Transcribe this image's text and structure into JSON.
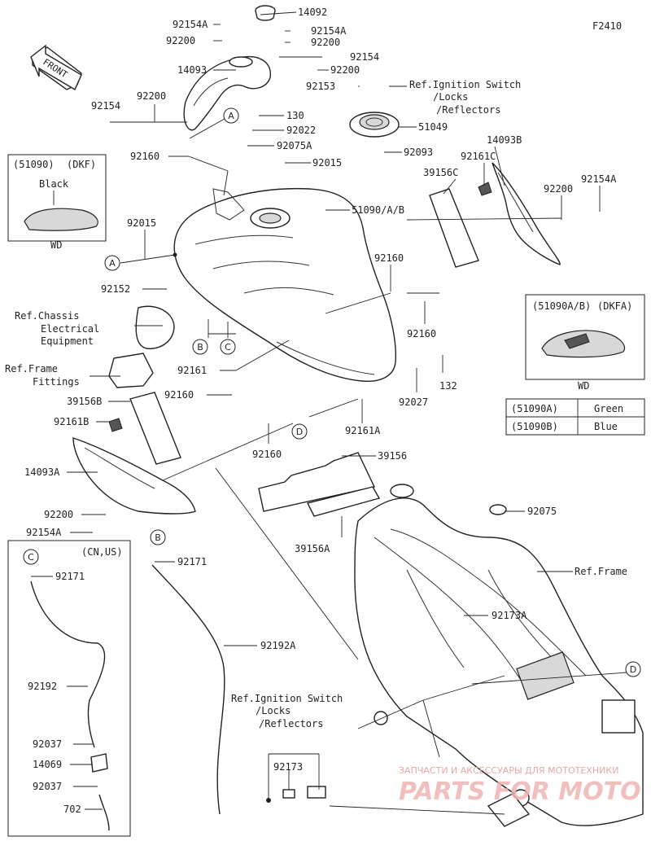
{
  "figure_code": "F2410",
  "front_label": "FRONT",
  "parts": [
    {
      "id": "p14092",
      "text": "14092"
    },
    {
      "id": "p92154A_1",
      "text": "92154A"
    },
    {
      "id": "p92200_1",
      "text": "92200"
    },
    {
      "id": "p92154A_2",
      "text": "92154A"
    },
    {
      "id": "p92200_2",
      "text": "92200"
    },
    {
      "id": "p92154_1",
      "text": "92154"
    },
    {
      "id": "p14093",
      "text": "14093"
    },
    {
      "id": "p92200_3",
      "text": "92200"
    },
    {
      "id": "p92153",
      "text": "92153"
    },
    {
      "id": "p92154_2",
      "text": "92154"
    },
    {
      "id": "p92200_4",
      "text": "92200"
    },
    {
      "id": "p130",
      "text": "130"
    },
    {
      "id": "p92022",
      "text": "92022"
    },
    {
      "id": "p51049",
      "text": "51049"
    },
    {
      "id": "p92075A",
      "text": "92075A"
    },
    {
      "id": "p92093",
      "text": "92093"
    },
    {
      "id": "p92160_1",
      "text": "92160"
    },
    {
      "id": "p92015_1",
      "text": "92015"
    },
    {
      "id": "p14093B",
      "text": "14093B"
    },
    {
      "id": "p92161C",
      "text": "92161C"
    },
    {
      "id": "p39156C",
      "text": "39156C"
    },
    {
      "id": "p92200_5",
      "text": "92200"
    },
    {
      "id": "p92154A_3",
      "text": "92154A"
    },
    {
      "id": "p51090AB",
      "text": "51090/A/B"
    },
    {
      "id": "p92015_2",
      "text": "92015"
    },
    {
      "id": "p92160_2",
      "text": "92160"
    },
    {
      "id": "p92152",
      "text": "92152"
    },
    {
      "id": "p92160_3",
      "text": "92160"
    },
    {
      "id": "p92161",
      "text": "92161"
    },
    {
      "id": "p132",
      "text": "132"
    },
    {
      "id": "p92160_4",
      "text": "92160"
    },
    {
      "id": "p92027",
      "text": "92027"
    },
    {
      "id": "p39156B",
      "text": "39156B"
    },
    {
      "id": "p92161B",
      "text": "92161B"
    },
    {
      "id": "p92161A",
      "text": "92161A"
    },
    {
      "id": "p92160_5",
      "text": "92160"
    },
    {
      "id": "p39156",
      "text": "39156"
    },
    {
      "id": "p14093A",
      "text": "14093A"
    },
    {
      "id": "p92200_6",
      "text": "92200"
    },
    {
      "id": "p92154A_4",
      "text": "92154A"
    },
    {
      "id": "p39156A",
      "text": "39156A"
    },
    {
      "id": "p92075",
      "text": "92075"
    },
    {
      "id": "p92171_1",
      "text": "92171"
    },
    {
      "id": "p92171_2",
      "text": "92171"
    },
    {
      "id": "p92173A",
      "text": "92173A"
    },
    {
      "id": "p92192A",
      "text": "92192A"
    },
    {
      "id": "p92192",
      "text": "92192"
    },
    {
      "id": "p92037_1",
      "text": "92037"
    },
    {
      "id": "p14069",
      "text": "14069"
    },
    {
      "id": "p92037_2",
      "text": "92037"
    },
    {
      "id": "p702",
      "text": "702"
    },
    {
      "id": "p92173",
      "text": "92173"
    }
  ],
  "references": {
    "ignition_top": [
      "Ref.Ignition Switch",
      "/Locks",
      "/Reflectors"
    ],
    "ignition_bottom": [
      "Ref.Ignition Switch",
      "/Locks",
      "/Reflectors"
    ],
    "chassis": [
      "Ref.Chassis",
      "Electrical",
      "Equipment"
    ],
    "frame_fittings": [
      "Ref.Frame",
      "Fittings"
    ],
    "frame": "Ref.Frame"
  },
  "callouts": [
    "A",
    "A",
    "B",
    "C",
    "B",
    "C",
    "D",
    "D"
  ],
  "inset_dkf": {
    "code": "(51090)",
    "variant": "(DKF)",
    "color": "Black",
    "region": "WD"
  },
  "inset_dkfa": {
    "code": "(51090A/B)",
    "variant": "(DKFA)",
    "region": "WD"
  },
  "color_table": [
    {
      "code": "(51090A)",
      "color": "Green"
    },
    {
      "code": "(51090B)",
      "color": "Blue"
    }
  ],
  "region_cn_us": "(CN,US)",
  "watermark": {
    "line1": "ЗАПЧАСТИ И АКСЕССУАРЫ ДЛЯ МОТОТЕХНИКИ",
    "logo": "PARTS FOR MOTO"
  }
}
